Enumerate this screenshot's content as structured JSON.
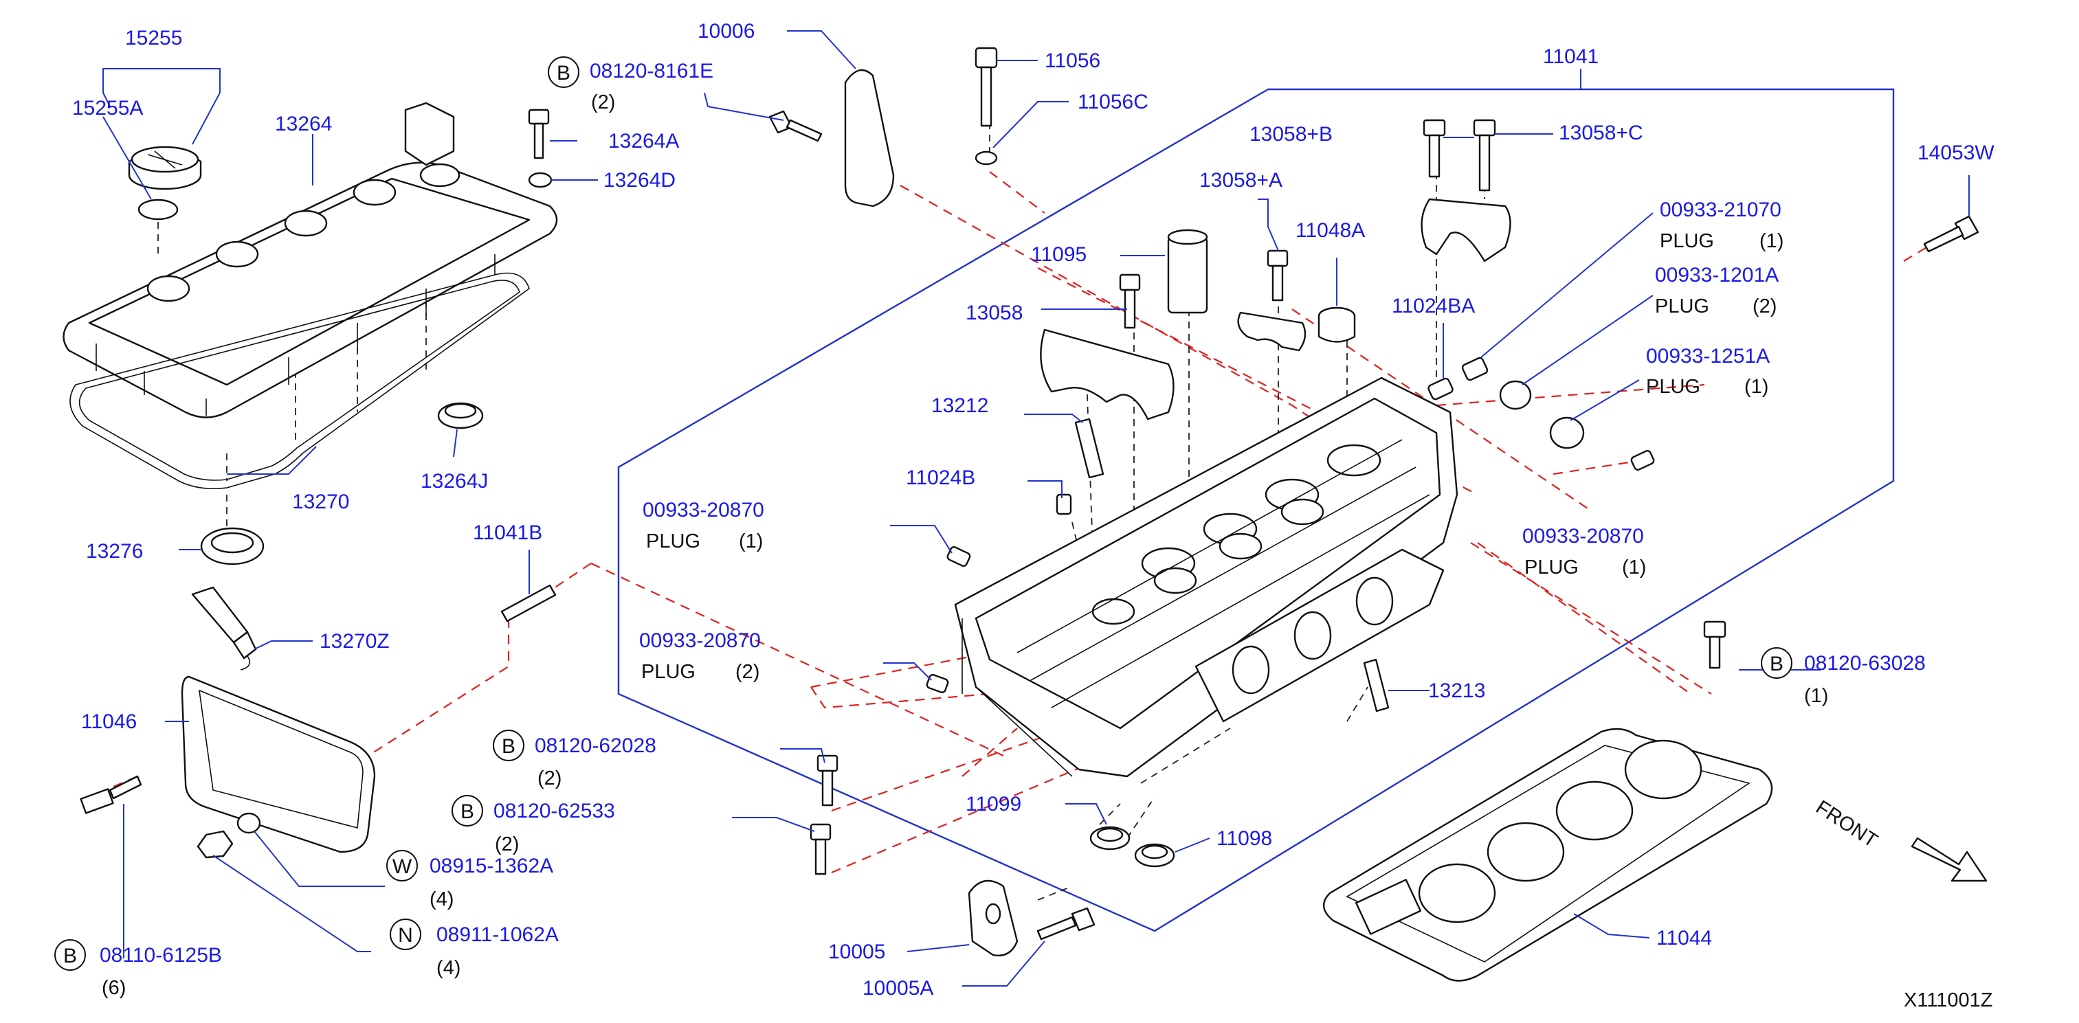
{
  "diagram": {
    "code": "X111001Z",
    "front_label": "FRONT",
    "callouts": {
      "p15255": "15255",
      "p15255A": "15255A",
      "p13264": "13264",
      "p08120_8161E": "08120-8161E",
      "p08120_8161E_qty": "(2)",
      "p13264A": "13264A",
      "p13264D": "13264D",
      "p10006": "10006",
      "p11056": "11056",
      "p11056C": "11056C",
      "p11041": "11041",
      "p13058B": "13058+B",
      "p13058C": "13058+C",
      "p14053W": "14053W",
      "p13058A": "13058+A",
      "p11095": "11095",
      "p11048A": "11048A",
      "p00933_21070": "00933-21070",
      "p00933_21070_desc": "PLUG",
      "p00933_21070_qty": "(1)",
      "p00933_1201A": "00933-1201A",
      "p00933_1201A_desc": "PLUG",
      "p00933_1201A_qty": "(2)",
      "p13058": "13058",
      "p11024BA": "11024BA",
      "p00933_1251A": "00933-1251A",
      "p00933_1251A_desc": "PLUG",
      "p00933_1251A_qty": "(1)",
      "p13212": "13212",
      "p13270": "13270",
      "p13264J": "13264J",
      "p11024B": "11024B",
      "p00933_20870_r": "00933-20870",
      "p00933_20870_r_desc": "PLUG",
      "p00933_20870_r_qty": "(1)",
      "p13276": "13276",
      "p11041B": "11041B",
      "p00933_20870_a": "00933-20870",
      "p00933_20870_a_desc": "PLUG",
      "p00933_20870_a_qty": "(1)",
      "p13270Z": "13270Z",
      "p00933_20870_b": "00933-20870",
      "p00933_20870_b_desc": "PLUG",
      "p00933_20870_b_qty": "(2)",
      "p08120_63028": "08120-63028",
      "p08120_63028_qty": "(1)",
      "p13213": "13213",
      "p11046": "11046",
      "p08120_62028": "08120-62028",
      "p08120_62028_qty": "(2)",
      "p08120_62533": "08120-62533",
      "p08120_62533_qty": "(2)",
      "p08915_1362A": "08915-1362A",
      "p08915_1362A_qty": "(4)",
      "p08911_1062A": "08911-1062A",
      "p08911_1062A_qty": "(4)",
      "p11099": "11099",
      "p11098": "11098",
      "p10005": "10005",
      "p10005A": "10005A",
      "p11044": "11044",
      "p08110_6125B": "08110-6125B",
      "p08110_6125B_qty": "(6)"
    },
    "circle_letters": {
      "b1": "B",
      "b2": "B",
      "b3": "B",
      "b4": "B",
      "b5": "B",
      "w1": "W",
      "n1": "N"
    }
  }
}
